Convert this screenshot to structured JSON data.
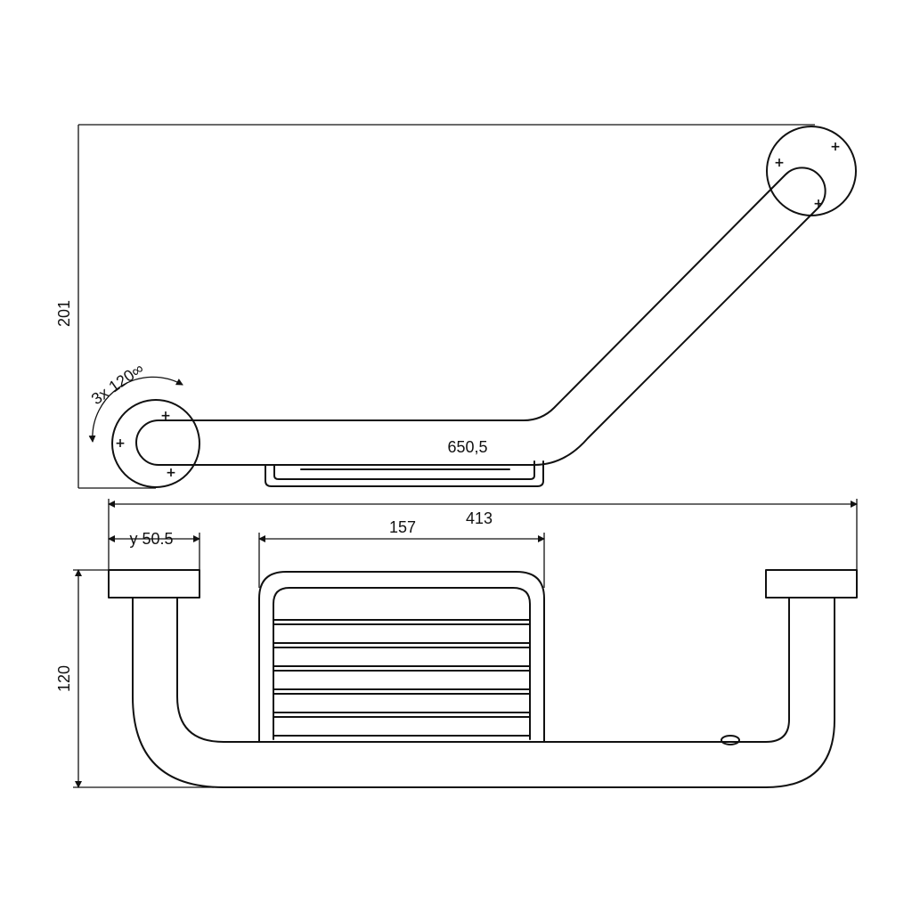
{
  "dimensions": {
    "height_top": "201",
    "rotation": "3x 120∞",
    "length": "650,5",
    "width_total": "413",
    "basket_width": "157",
    "flange_offset": "y 50.5",
    "height_front": "120"
  },
  "icons": [
    "screw-mark",
    "dimension-arrow",
    "rotation-arrow"
  ]
}
